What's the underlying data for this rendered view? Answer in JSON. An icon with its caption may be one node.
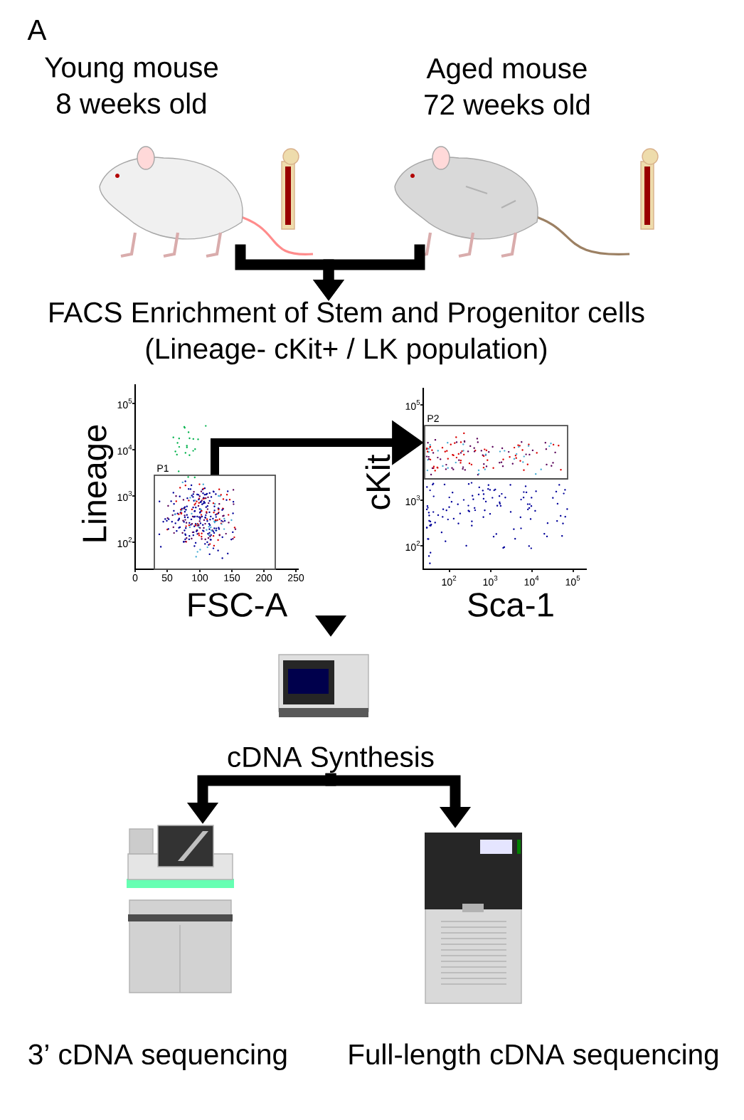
{
  "diagram": {
    "nodes": [
      {
        "text": [
          "Young mouse 8 weeks old"
        ]
      },
      {
        "text": [
          "Aged mouse 72 weeks old"
        ]
      },
      {
        "text": [
          "FACS Enrichment of Stem and Progenitor cells (Lineage- cKit+ / LK population)"
        ]
      },
      {
        "text": [],
        "shape": "picture"
      },
      {
        "text": [
          "P1"
        ],
        "in": 3
      },
      {
        "text": [],
        "shape": "picture"
      },
      {
        "text": [
          "P2"
        ],
        "in": 5
      },
      {
        "text": [
          "cDNA Synthesis"
        ]
      },
      {
        "text": [
          "3’ cDNA sequencing"
        ]
      },
      {
        "text": [
          "Full-length cDNA sequencing"
        ]
      }
    ],
    "edges": [
      {
        "from": 0,
        "to": 2,
        "arrow": "to"
      },
      {
        "from": 1,
        "to": 2,
        "arrow": "to"
      },
      {
        "from": 4,
        "to": 6,
        "arrow": "to"
      },
      {
        "from": null,
        "to": 7,
        "arrow": "to"
      },
      {
        "from": 7,
        "to": 8,
        "arrow": "to"
      },
      {
        "from": 7,
        "to": 9,
        "arrow": "to"
      }
    ],
    "labels": [
      "A",
      "10$^{5}$",
      "10$^{4}$",
      "10$^{3}$",
      "10$^{2}$",
      "0",
      "50",
      "100",
      "150",
      "200",
      "250",
      "Lineage",
      "FSC-A",
      "10$^{5}$",
      "10$^{3}$",
      "10$^{2}$",
      "10$^{2}$",
      "10$^{3}$",
      "10$^{4}$",
      "10$^{5}$",
      "cKit",
      "Sca-1"
    ]
  }
}
